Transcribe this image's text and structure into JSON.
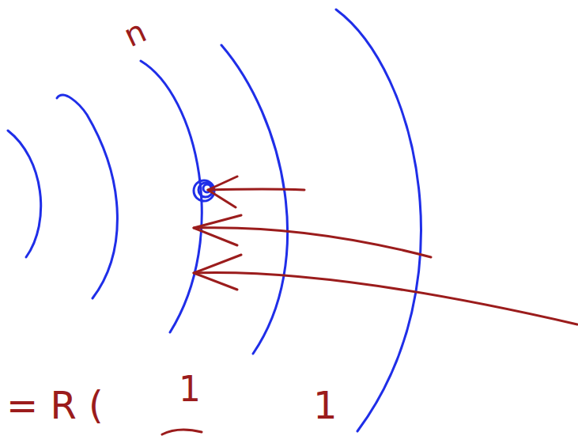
{
  "diagram": {
    "labels": [
      "n",
      "= R (",
      "1",
      "1"
    ]
  }
}
